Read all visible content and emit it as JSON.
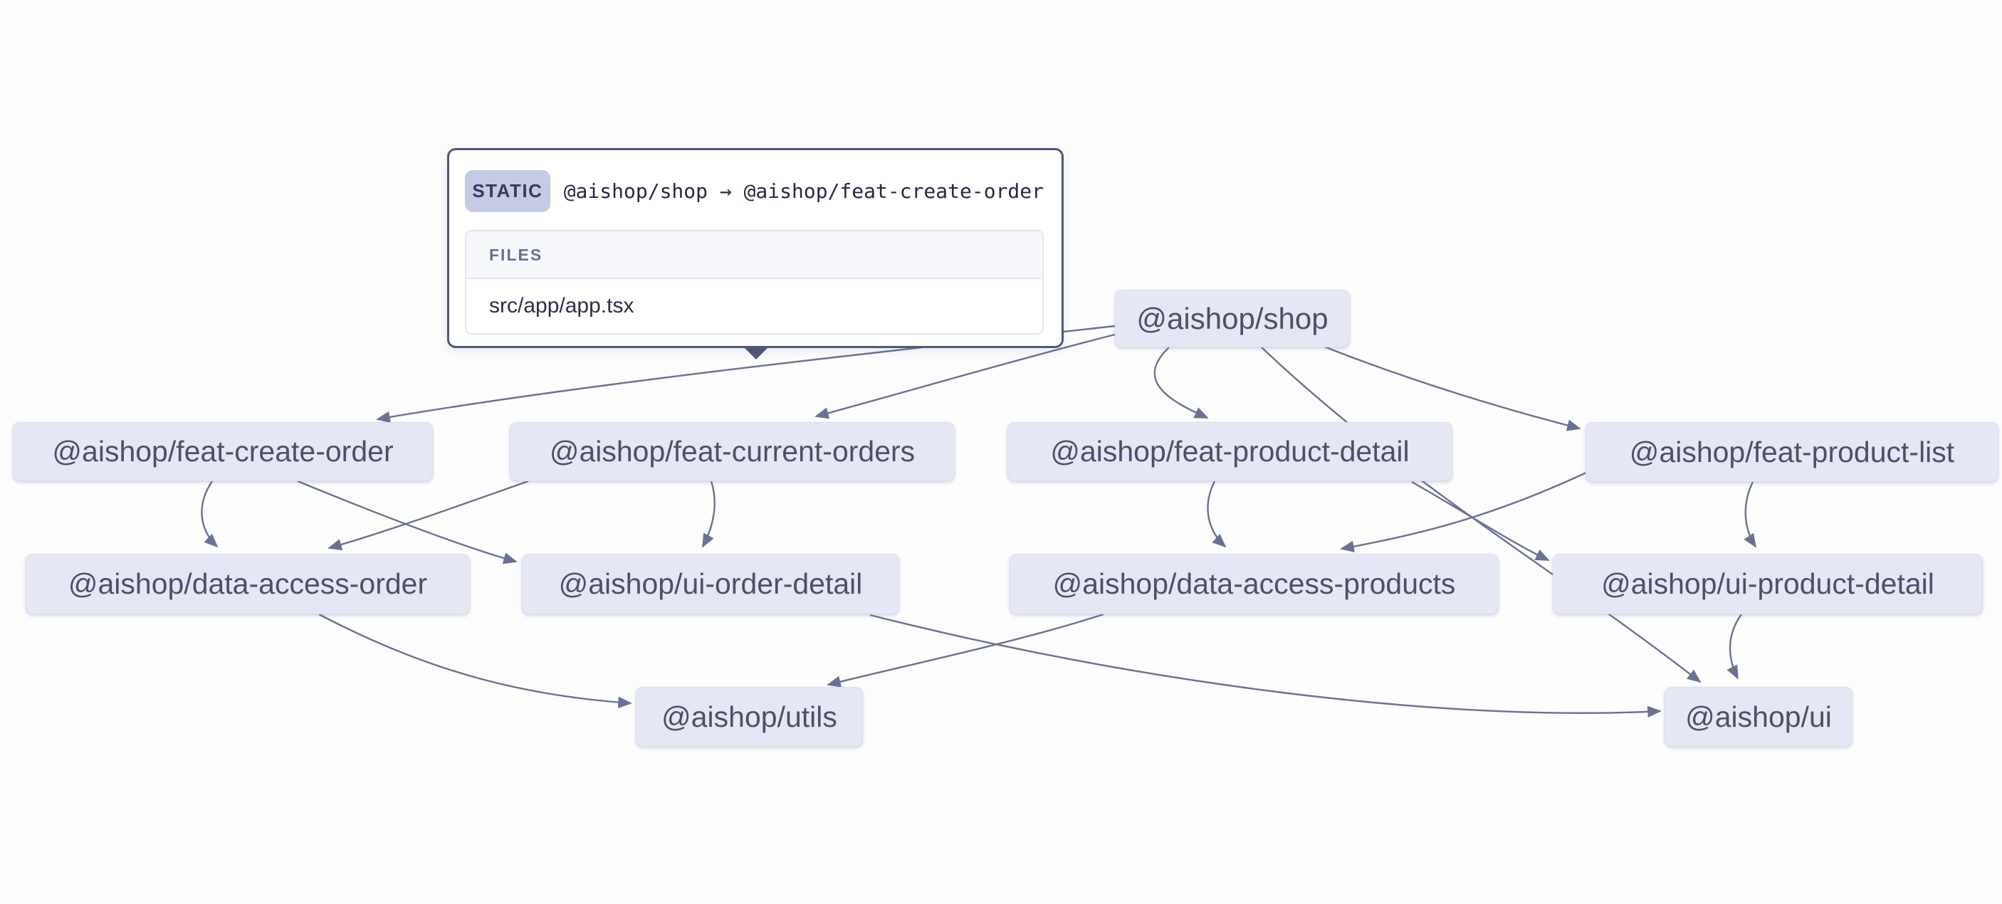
{
  "theme": {
    "background": "#fdfdfe",
    "node_fill": "#e5e8f4",
    "node_border": "#d9ddee",
    "node_text": "#4b5168",
    "edge": "#6b7191",
    "tooltip_border": "#4d5779",
    "badge_bg": "#c6cbe5",
    "badge_text": "#363c58",
    "mono_text": "#252a41",
    "files_border": "#e3e5f1",
    "files_header_bg": "#f7f8fc",
    "files_label": "#6a708e",
    "file_text": "#2b2f45"
  },
  "tooltip": {
    "type_label": "STATIC",
    "edge_text": "@aishop/shop → @aishop/feat-create-order",
    "files_header": "FILES",
    "files": [
      "src/app/app.tsx"
    ]
  },
  "graph": {
    "nodes": [
      {
        "id": "shop",
        "label": "@aishop/shop"
      },
      {
        "id": "feat-create-order",
        "label": "@aishop/feat-create-order"
      },
      {
        "id": "feat-current-orders",
        "label": "@aishop/feat-current-orders"
      },
      {
        "id": "feat-product-detail",
        "label": "@aishop/feat-product-detail"
      },
      {
        "id": "feat-product-list",
        "label": "@aishop/feat-product-list"
      },
      {
        "id": "data-access-order",
        "label": "@aishop/data-access-order"
      },
      {
        "id": "ui-order-detail",
        "label": "@aishop/ui-order-detail"
      },
      {
        "id": "data-access-products",
        "label": "@aishop/data-access-products"
      },
      {
        "id": "ui-product-detail",
        "label": "@aishop/ui-product-detail"
      },
      {
        "id": "utils",
        "label": "@aishop/utils"
      },
      {
        "id": "ui",
        "label": "@aishop/ui"
      }
    ],
    "edges": [
      {
        "source": "shop",
        "target": "feat-create-order",
        "type": "static"
      },
      {
        "source": "shop",
        "target": "feat-current-orders",
        "type": "static"
      },
      {
        "source": "shop",
        "target": "feat-product-detail",
        "type": "static"
      },
      {
        "source": "shop",
        "target": "feat-product-list",
        "type": "static"
      },
      {
        "source": "shop",
        "target": "ui",
        "type": "static"
      },
      {
        "source": "feat-create-order",
        "target": "data-access-order",
        "type": "static"
      },
      {
        "source": "feat-create-order",
        "target": "ui-order-detail",
        "type": "static"
      },
      {
        "source": "feat-current-orders",
        "target": "data-access-order",
        "type": "static"
      },
      {
        "source": "feat-current-orders",
        "target": "ui-order-detail",
        "type": "static"
      },
      {
        "source": "feat-product-detail",
        "target": "data-access-products",
        "type": "static"
      },
      {
        "source": "feat-product-detail",
        "target": "ui-product-detail",
        "type": "static"
      },
      {
        "source": "feat-product-list",
        "target": "data-access-products",
        "type": "static"
      },
      {
        "source": "feat-product-list",
        "target": "ui-product-detail",
        "type": "static"
      },
      {
        "source": "data-access-order",
        "target": "utils",
        "type": "static"
      },
      {
        "source": "data-access-products",
        "target": "utils",
        "type": "static"
      },
      {
        "source": "ui-order-detail",
        "target": "ui",
        "type": "static"
      },
      {
        "source": "ui-product-detail",
        "target": "ui",
        "type": "static"
      }
    ]
  }
}
